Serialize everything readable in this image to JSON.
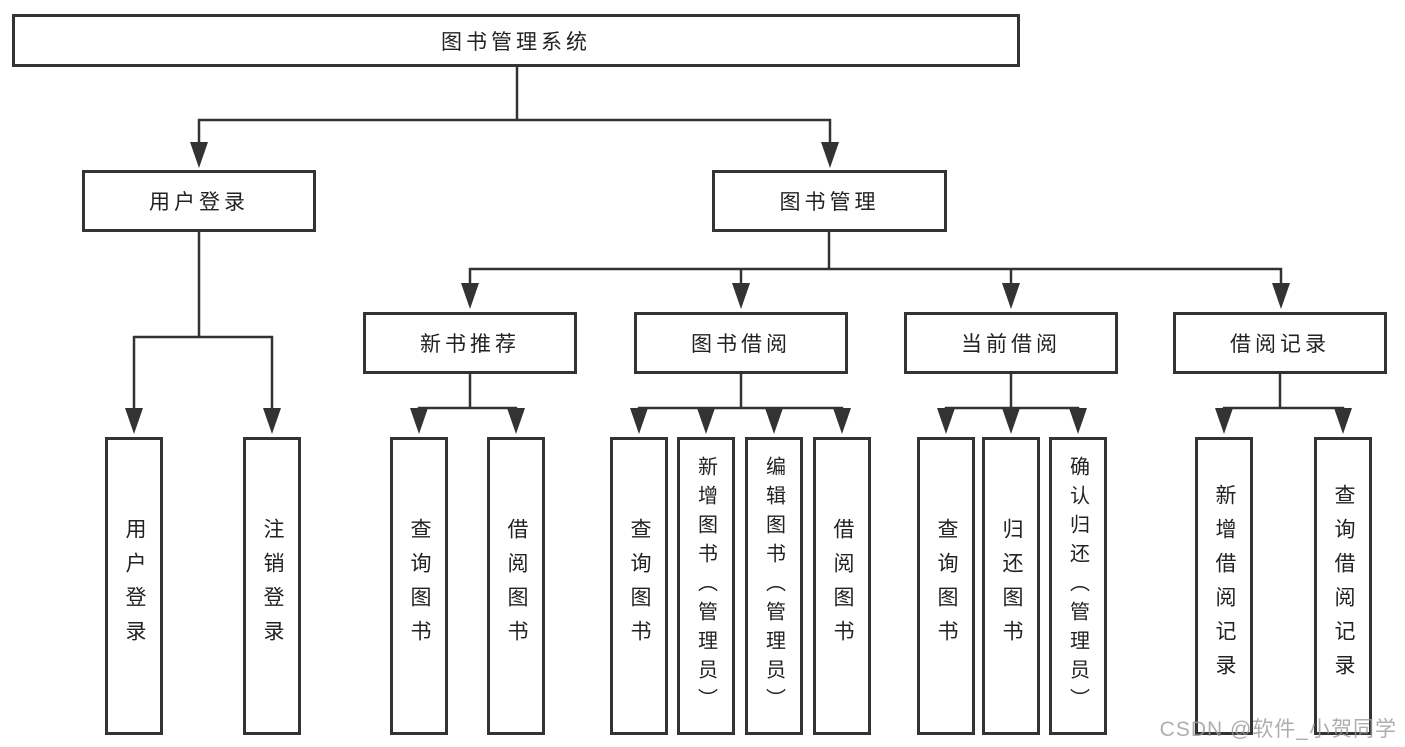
{
  "watermark": "CSDN @软件_小贺同学",
  "colors": {
    "line": "#333333",
    "text": "#222222",
    "background": "#ffffff",
    "watermark": "#9b9b9b"
  },
  "tree": {
    "root": "图书管理系统",
    "branches": [
      {
        "label": "用户登录",
        "children": [
          {
            "label": "用户登录"
          },
          {
            "label": "注销登录"
          }
        ]
      },
      {
        "label": "图书管理",
        "groups": [
          {
            "label": "新书推荐",
            "children": [
              {
                "label": "查询图书"
              },
              {
                "label": "借阅图书"
              }
            ]
          },
          {
            "label": "图书借阅",
            "children": [
              {
                "label": "查询图书"
              },
              {
                "label": "新增图书（管理员）"
              },
              {
                "label": "编辑图书（管理员）"
              },
              {
                "label": "借阅图书"
              }
            ]
          },
          {
            "label": "当前借阅",
            "children": [
              {
                "label": "查询图书"
              },
              {
                "label": "归还图书"
              },
              {
                "label": "确认归还（管理员）"
              }
            ]
          },
          {
            "label": "借阅记录",
            "children": [
              {
                "label": "新增借阅记录"
              },
              {
                "label": "查询借阅记录"
              }
            ]
          }
        ]
      }
    ]
  }
}
